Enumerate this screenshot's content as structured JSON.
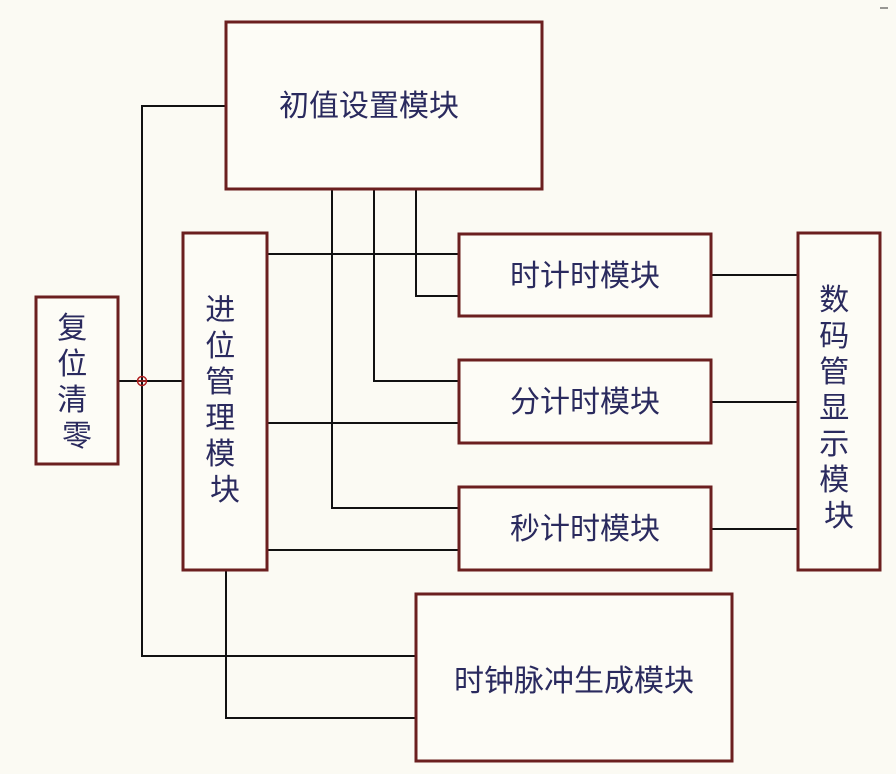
{
  "diagram": {
    "blocks": {
      "init_module": "初值设置模块",
      "hour_timer": "时计时模块",
      "minute_timer": "分计时模块",
      "second_timer": "秒计时模块",
      "clock_pulse": "时钟脉冲生成模块",
      "reset_clear": [
        "复",
        "位",
        "清",
        "零"
      ],
      "carry_management": [
        "进",
        "位",
        "管",
        "理",
        "模",
        "块"
      ],
      "display_module": [
        "数",
        "码",
        "管",
        "显",
        "示",
        "模",
        "块"
      ]
    },
    "colors": {
      "background": "#fbfaf3",
      "box_border": "#6b1f1f",
      "wire": "#111111",
      "text": "#2a2a5e",
      "junction": "#b02020"
    }
  }
}
